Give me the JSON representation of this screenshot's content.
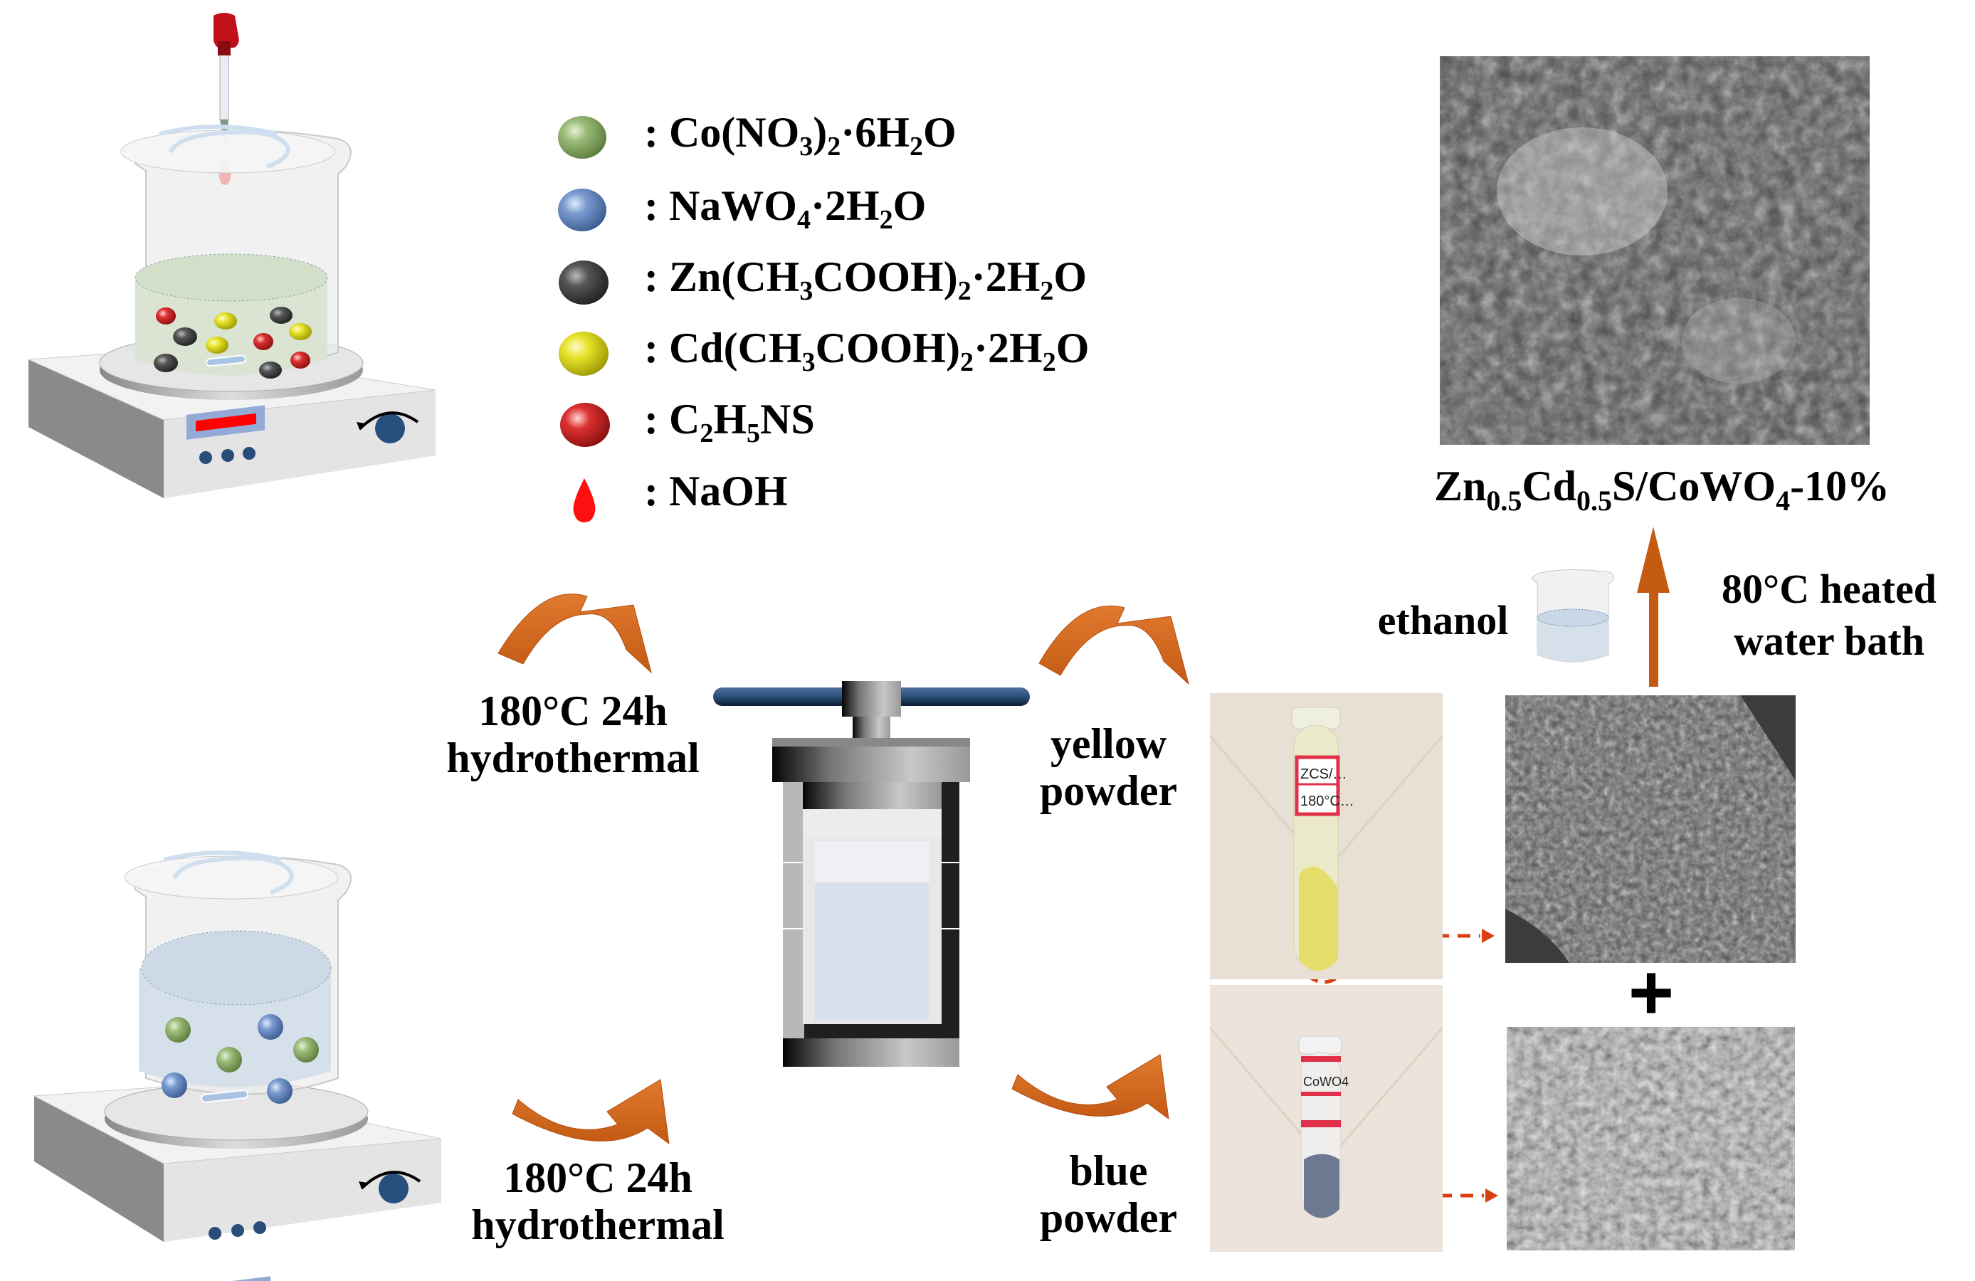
{
  "legend": {
    "items": [
      {
        "icon": "green-sphere-icon",
        "color": "#8fae6c",
        "label_parts": [
          ": Co(NO",
          "3",
          ")",
          "2",
          "·6H",
          "2",
          "O"
        ]
      },
      {
        "icon": "blue-sphere-icon",
        "color": "#6f93c9",
        "label_parts": [
          ": NaWO",
          "4",
          "·2H",
          "2",
          "O"
        ]
      },
      {
        "icon": "dark-gray-sphere-icon",
        "color": "#4a4a4a",
        "label_parts": [
          ": Zn(CH",
          "3",
          "COOH)",
          "2",
          "·2H",
          "2",
          "O"
        ]
      },
      {
        "icon": "yellow-sphere-icon",
        "color": "#e3e02a",
        "label_parts": [
          ": Cd(CH",
          "3",
          "COOH)",
          "2",
          "·2H",
          "2",
          "O"
        ]
      },
      {
        "icon": "red-sphere-icon",
        "color": "#d93535",
        "label_parts": [
          ": C",
          "2",
          "H",
          "5",
          "NS"
        ]
      },
      {
        "icon": "red-droplet-icon",
        "color": "#ff1010",
        "label_parts": [
          ": NaOH"
        ]
      }
    ]
  },
  "steps": {
    "top_condition": {
      "line1": "180°C 24h",
      "line2": "hydrothermal"
    },
    "bottom_condition": {
      "line1": "180°C 24h",
      "line2": "hydrothermal"
    },
    "yellow_product": {
      "line1": "yellow",
      "line2": "powder"
    },
    "blue_product": {
      "line1": "blue",
      "line2": "powder"
    },
    "ethanol_label": "ethanol",
    "water_bath": {
      "line1": "80°C heated",
      "line2": "water bath"
    },
    "plus_sign": "+",
    "final_product": {
      "parts": [
        "Zn",
        "0.5",
        "Cd",
        "0.5",
        "S/CoWO",
        "4",
        "-10%"
      ]
    }
  },
  "photos": {
    "yellow_tube_label": [
      "ZCS/…",
      "180°C…"
    ],
    "blue_tube_label": "CoWO4"
  },
  "colors": {
    "arrow_orange": "#d2661e",
    "dashed_red": "#d9400f",
    "stirrer_blue": "#2b5078",
    "display_red": "#ff0000",
    "display_bg": "#93a9d6",
    "liquid_green": "#d3dfc9",
    "liquid_blue": "#cdd9e6"
  }
}
